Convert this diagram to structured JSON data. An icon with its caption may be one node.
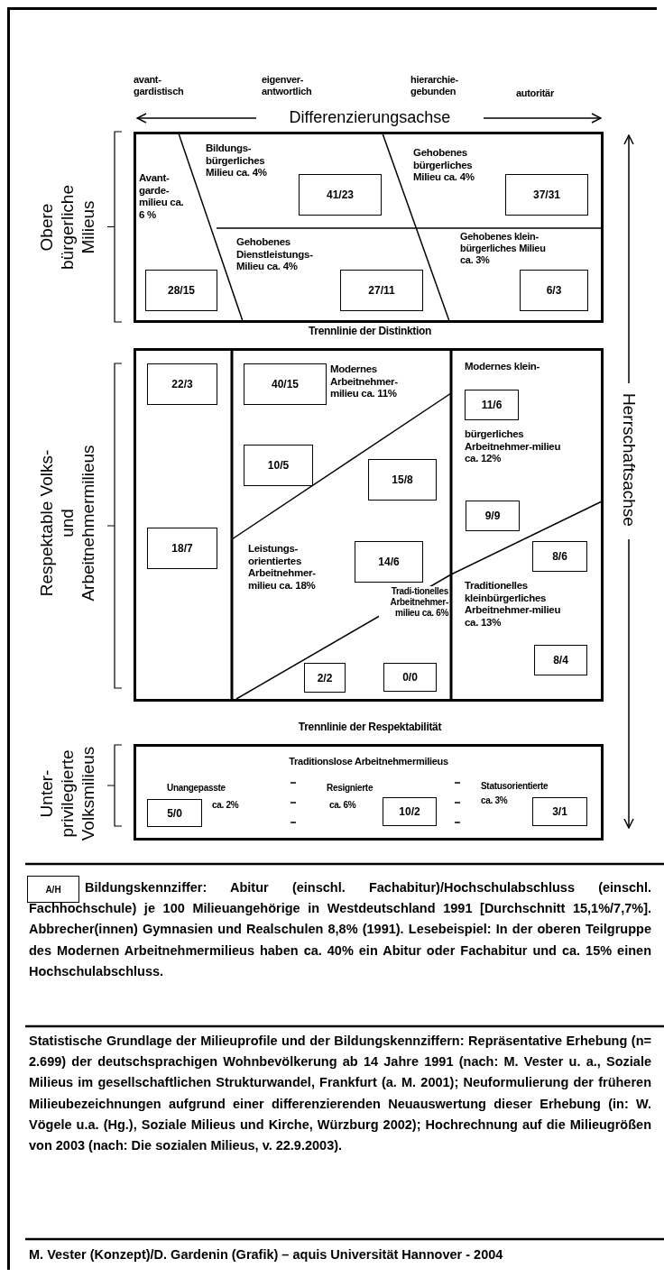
{
  "diagram": {
    "nodes": [
      {
        "text": [],
        "shape": "box"
      },
      {
        "text": [
          "41/23"
        ],
        "in": 0
      },
      {
        "text": [
          "37/31"
        ],
        "in": 0
      },
      {
        "text": [
          "28/15"
        ],
        "in": 0
      },
      {
        "text": [
          "27/11"
        ],
        "in": 0
      },
      {
        "text": [
          "6/3"
        ],
        "in": 0
      },
      {
        "text": [],
        "shape": "box"
      },
      {
        "text": [
          "22/3"
        ],
        "in": 6
      },
      {
        "text": [
          "40/15"
        ],
        "in": 6
      },
      {
        "text": [
          "11/6"
        ],
        "in": 6
      },
      {
        "text": [
          "10/5"
        ],
        "in": 6
      },
      {
        "text": [
          "15/8"
        ],
        "in": 6
      },
      {
        "text": [
          "9/9"
        ],
        "in": 6
      },
      {
        "text": [
          "18/7"
        ],
        "in": 6
      },
      {
        "text": [
          "14/6"
        ],
        "in": 6
      },
      {
        "text": [
          "8/6"
        ],
        "in": 6
      },
      {
        "text": [
          "8/4"
        ],
        "in": 6
      },
      {
        "text": [
          "2/2"
        ],
        "in": 6
      },
      {
        "text": [
          "0/0"
        ],
        "in": 6
      },
      {
        "text": [
          "Traditionslose Arbeitnehmermilieus"
        ]
      },
      {
        "text": [
          "5/0"
        ],
        "in": 19
      },
      {
        "text": [
          "10/2"
        ],
        "in": 19
      },
      {
        "text": [
          "3/1"
        ],
        "in": 19
      },
      {
        "text": [
          "A/H"
        ]
      }
    ],
    "labels": [
      "avant-gardistisch",
      "eigenver-antwortlich",
      "hierarchie-gebunden",
      "autoritär",
      "Differenzierungsachse",
      "Obere bürgerliche Milieus",
      "Avant-garde-milieu ca. 6 %",
      "Bildungs-bürgerliches Milieu ca. 4%",
      "Gehobenes bürgerliches Milieu ca. 4%",
      "Gehobenes Dienstleistungs-Milieu ca. 4%",
      "Gehobenes klein-bürgerliches Milieu ca. 3%",
      "Trennlinie der Distinktion",
      "Respektable Volks- und Arbeitnehmermilieus",
      "Herrschaftsachse",
      "Modernes Arbeitnehmer-milieu ca. 11%",
      "Modernes klein-",
      "bürgerliches Arbeitnehmer-milieu ca. 12%",
      "Leistungs-orientiertes Arbeitnehmer-milieu ca. 18%",
      "Tradi-tionelles Arbeitnehmer-milieu ca. 6%",
      "Traditionelles kleinbürgerliches Arbeitnehmer-milieu ca. 13%",
      "Trennlinie der Respektabilität",
      "Unter-privilegierte Volksmilieus",
      "Unangepasste",
      "ca. 2%",
      "Resignierte",
      "ca. 6%",
      "Statusorientierte",
      "ca. 3%",
      "Bildungskennziffer: Abitur (einschl. Fachabitur)/Hochschulabschluss (einschl. Fachhochschule) je 100 Milieuangehörige in Westdeutschland 1991 [Durchschnitt 15,1%/7,7%]. Abbrecher(innen) Gymnasien und Realschulen 8,8% (1991). Lesebeispiel: In der oberen Teilgruppe des Modernen Arbeitnehmermilieus haben ca. 40% ein Abitur oder Fachabitur und ca. 15% einen Hochschulabschluss.",
      "Statistische Grundlage der Milieuprofile und der Bildungskennziffern: Repräsentative Erhebung (n= 2.699) der deutschsprachigen Wohnbevölkerung ab 14 Jahre 1991 (nach: M. Vester u. a., Soziale Milieus im gesellschaftlichen Strukturwandel, Frankfurt (a. M. 2001); Neuformulierung der früheren Milieubezeichnungen aufgrund einer differenzierenden Neuauswertung dieser Erhebung (in: W. Vögele u.a. (Hg.), Soziale Milieus und Kirche, Würzburg 2002); Hochrechnung auf die Milieugrößen von 2003 (nach: Die sozialen Milieus, v. 22.9.2003).",
      "M. Vester (Konzept)/D. Gardenin (Grafik) – aquis Universität Hannover - 2004"
    ]
  }
}
